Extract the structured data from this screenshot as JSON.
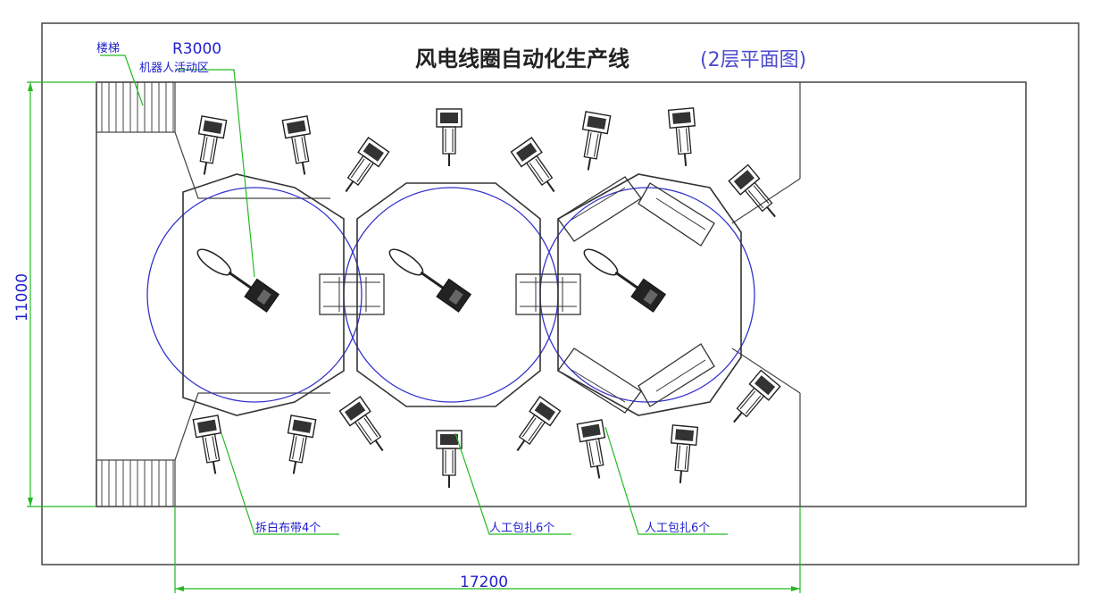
{
  "title": {
    "main": "风电线圈自动化生产线",
    "sub": "(2层平面图)"
  },
  "annotations": {
    "stairs": "楼梯",
    "radius": "R3000",
    "robot_zone": "机器人活动区",
    "white_tape": "拆白布带4个",
    "manual_wrap_1": "人工包扎6个",
    "manual_wrap_2": "人工包扎6个"
  },
  "dimensions": {
    "height": "11000",
    "width": "17200"
  },
  "colors": {
    "outline": "#444444",
    "circle": "#3333cc",
    "leader": "#22bb22",
    "text_blue": "#2222cc",
    "fill_dark": "#222222"
  }
}
